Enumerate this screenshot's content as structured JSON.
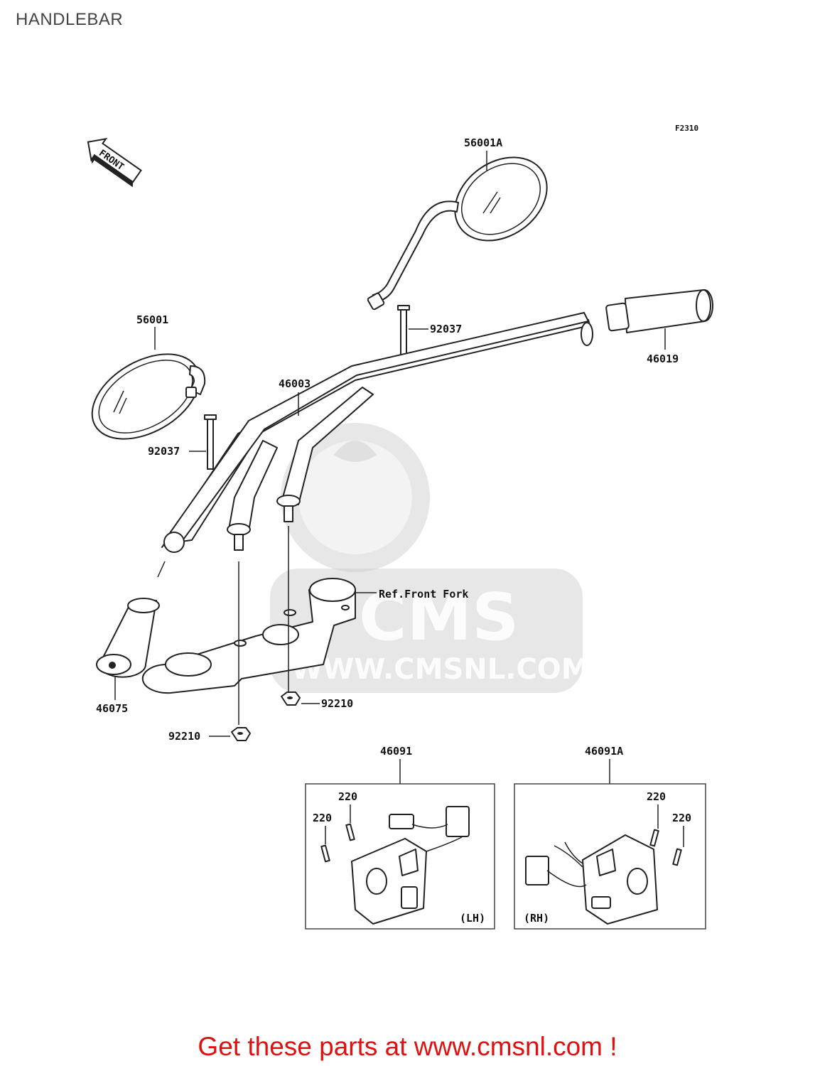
{
  "page": {
    "title": "HANDLEBAR",
    "figure_code": "F2310",
    "front_arrow_label": "FRONT"
  },
  "watermark": {
    "brand": "CMS",
    "url": "WWW.CMSNL.COM"
  },
  "parts": {
    "mirror_right": "56001A",
    "mirror_left": "56001",
    "bolt_upper": "92037",
    "bolt_left": "92037",
    "handlebar": "46003",
    "grip_right": "46019",
    "grip_left": "46075",
    "ref_front_fork": "Ref.Front Fork",
    "nut_right": "92210",
    "nut_left": "92210",
    "switch_lh": "46091",
    "switch_rh": "46091A",
    "screw_lh_a": "220",
    "screw_lh_b": "220",
    "screw_rh_a": "220",
    "screw_rh_b": "220",
    "lh_tag": "(LH)",
    "rh_tag": "(RH)"
  },
  "footer": {
    "promo": "Get these parts at www.cmsnl.com !"
  }
}
